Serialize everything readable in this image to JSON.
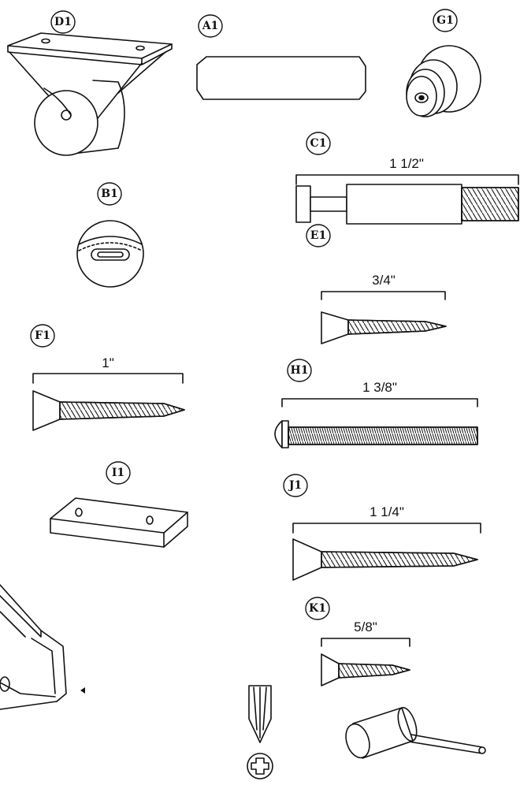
{
  "diagram": {
    "parts": {
      "d1": {
        "label": "D1"
      },
      "a1": {
        "label": "A1"
      },
      "g1": {
        "label": "G1"
      },
      "c1": {
        "label": "C1",
        "length": "1 1/2\""
      },
      "b1": {
        "label": "B1"
      },
      "e1": {
        "label": "E1",
        "length": "3/4\""
      },
      "f1": {
        "label": "F1",
        "length": "1\""
      },
      "h1": {
        "label": "H1",
        "length": "1 3/8\""
      },
      "i1": {
        "label": "I1"
      },
      "j1": {
        "label": "J1",
        "length": "1 1/4\""
      },
      "k1": {
        "label": "K1",
        "length": "5/8\""
      }
    },
    "tools": [
      "screwdriver-icon",
      "phillips-icon",
      "hammer-icon",
      "drawer-icon"
    ],
    "colors": {
      "line": "#111111",
      "background": "#ffffff"
    }
  }
}
